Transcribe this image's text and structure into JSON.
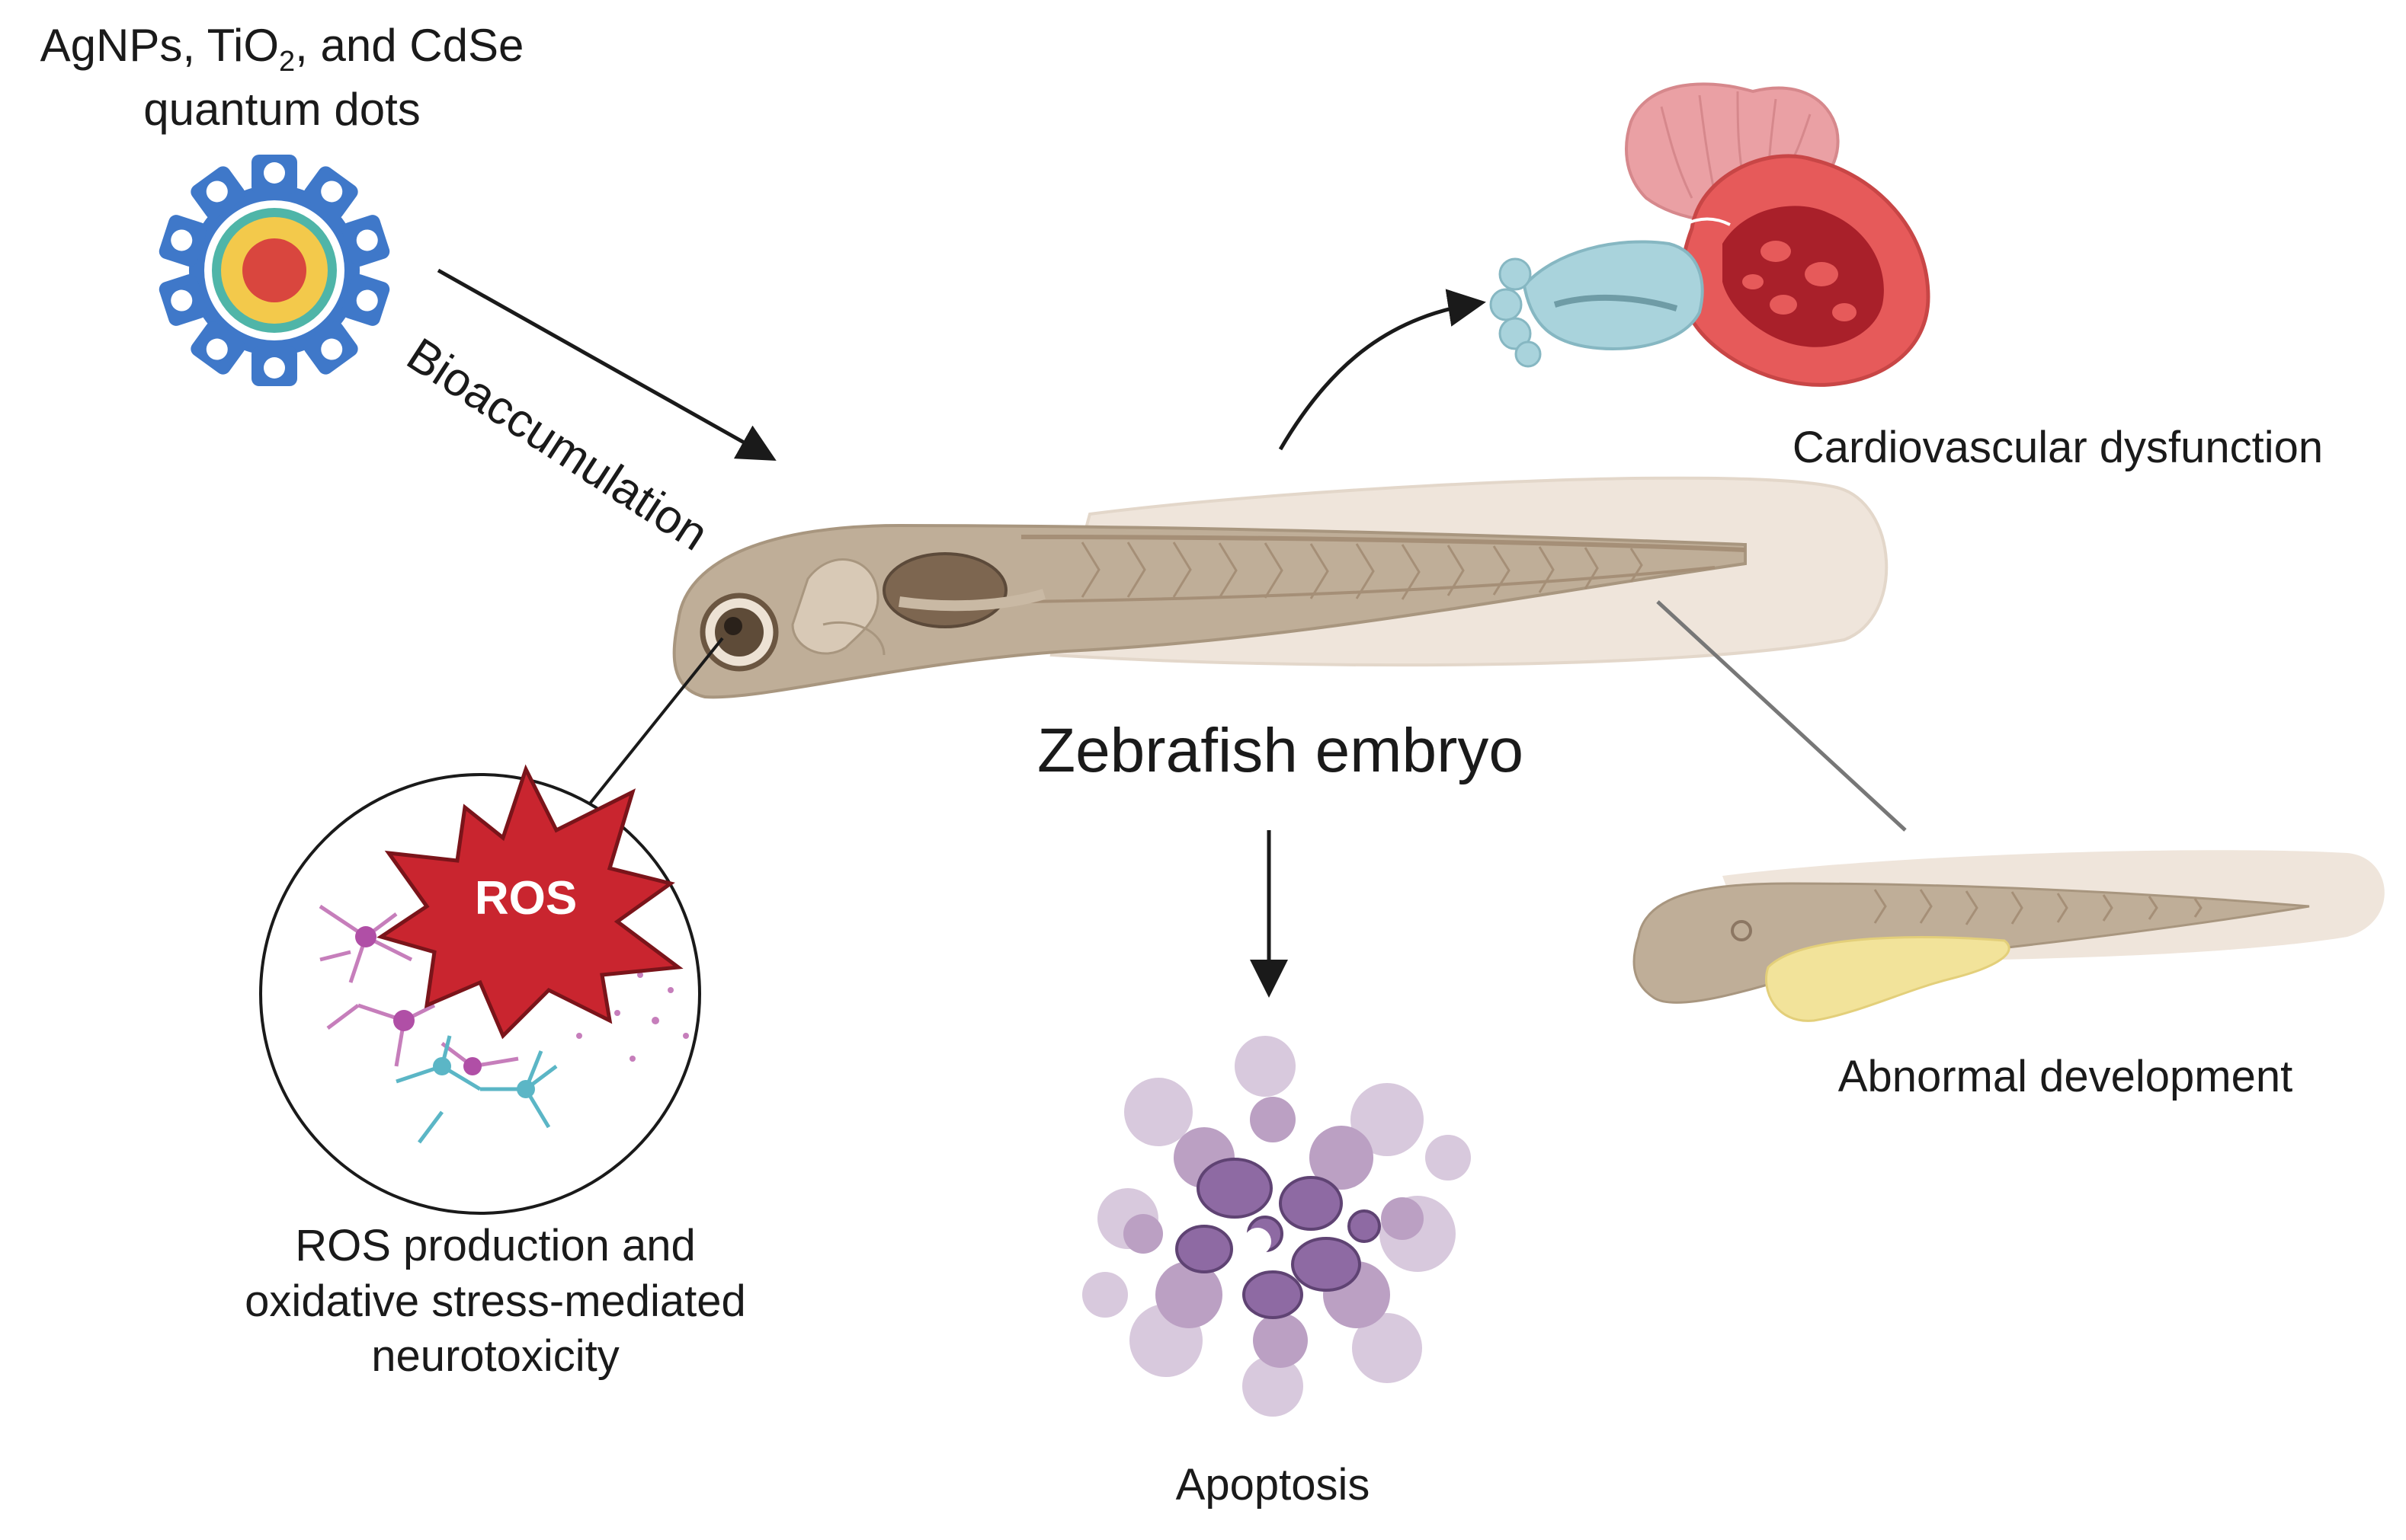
{
  "nanoparticle_label": {
    "prefix": "AgNPs, TiO",
    "subscript": "2",
    "suffix": ", and CdSe",
    "line2": "quantum dots"
  },
  "arrow_label": "Bioaccumulation",
  "center_label": "Zebrafish embryo",
  "outcomes": {
    "cardio": "Cardiovascular dysfunction",
    "abnormal": "Abnormal development",
    "apoptosis": "Apoptosis",
    "ros_badge": "ROS",
    "ros_line1": "ROS production and",
    "ros_line2": "oxidative stress-mediated",
    "ros_line3": "neurotoxicity"
  },
  "colors": {
    "nanoparticle_shell": "#3f78c9",
    "fish_body": "#bfae98",
    "fish_fin": "#efe5db",
    "heart_red": "#e65a5a",
    "heart_pink": "#eaa0a4",
    "heart_blue": "#a9d3dc",
    "ros_star": "#c9252f",
    "neuron_purple": "#b04fa6",
    "neuron_cyan": "#5bb6c6",
    "apoptosis_purple": "#8e6aa3",
    "yolk": "#f2e39a"
  }
}
